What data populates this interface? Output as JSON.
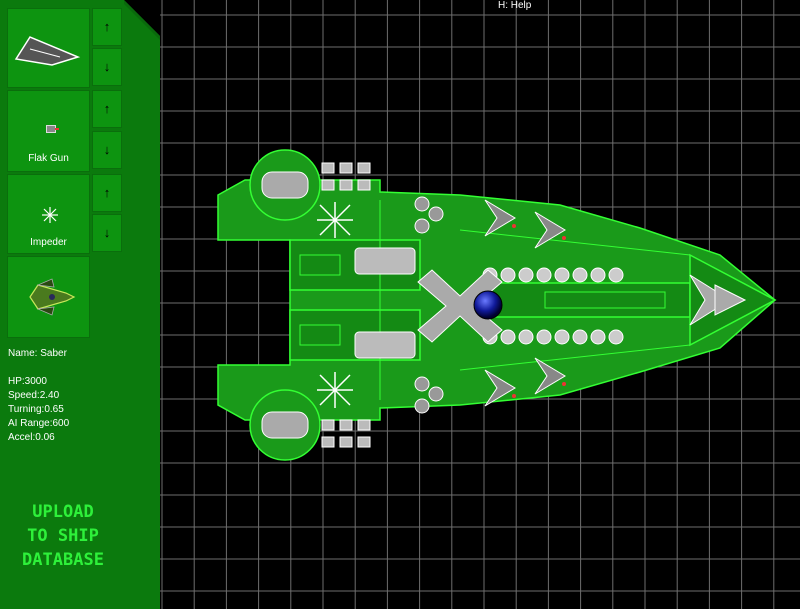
{
  "help_hint": "H: Help",
  "slots": [
    {
      "label": "",
      "icon": "hull-icon"
    },
    {
      "label": "Flak Gun",
      "icon": "flak-gun-icon"
    },
    {
      "label": "Impeder",
      "icon": "impeder-icon"
    },
    {
      "label": "",
      "icon": "ship-preview-icon"
    }
  ],
  "arrows": {
    "up": "↑",
    "down": "↓"
  },
  "ship": {
    "name": "Name: Saber",
    "hp": "HP:3000",
    "speed": "Speed:2.40",
    "turning": "Turning:0.65",
    "ai_range": "AI Range:600",
    "accel": "Accel:0.06"
  },
  "upload": {
    "line1": "UPLOAD",
    "line2": "TO SHIP",
    "line3": "DATABASE"
  },
  "colors": {
    "panel": "#0b7a0d",
    "slot": "#0d9410",
    "grid": "#6e6e6e",
    "hull": "#1a9a1a",
    "outline": "#33ff33",
    "upload_text": "#2ef03a"
  }
}
